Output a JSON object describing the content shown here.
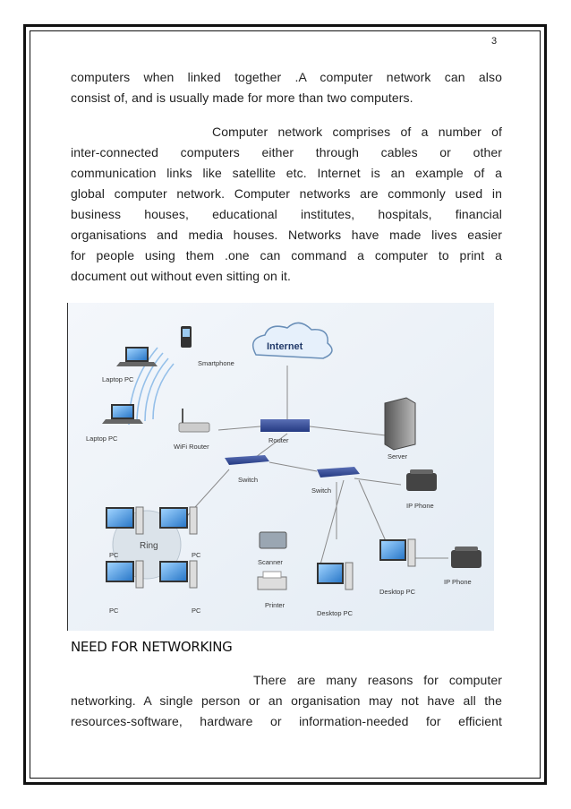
{
  "page_number": "3",
  "paragraph1": {
    "lines": [
      "computers  when  linked  together  .A  computer  network  can  also",
      "consist of, and is usually made for more than two computers."
    ]
  },
  "paragraph2": {
    "lines": [
      "Computer  network  comprises  of  a  number  of",
      "inter-connected  computers  either  through  cables  or  other",
      "communication  links  like  satellite  etc.  Internet  is  an  example  of  a",
      "global computer network. Computer networks are commonly used in",
      "business  houses,  educational  institutes,  hospitals,  financial",
      "organisations  and  media  houses.  Networks  have  made  lives  easier",
      "for  people  using  them  .one  can  command  a  computer  to  print  a",
      "document out without even sitting on it."
    ]
  },
  "diagram": {
    "labels": {
      "internet": "Internet",
      "smartphone": "Smartphone",
      "laptop1": "Laptop PC",
      "laptop2": "Laptop PC",
      "wifi_router": "WiFi Router",
      "router": "Router",
      "server": "Server",
      "switch1": "Switch",
      "switch2": "Switch",
      "ip_phone1": "IP Phone",
      "ip_phone2": "IP Phone",
      "ring": "Ring",
      "pc1": "PC",
      "pc2": "PC",
      "pc3": "PC",
      "pc4": "PC",
      "scanner": "Scanner",
      "printer": "Printer",
      "desktop1": "Desktop PC",
      "desktop2": "Desktop PC"
    }
  },
  "heading": "NEED FOR NETWORKING",
  "paragraph3": {
    "lines": [
      "There  are  many  reasons  for  computer",
      "networking. A single person or an organisation may not have all the",
      "resources-software,  hardware  or  information-needed  for  efficient"
    ]
  }
}
